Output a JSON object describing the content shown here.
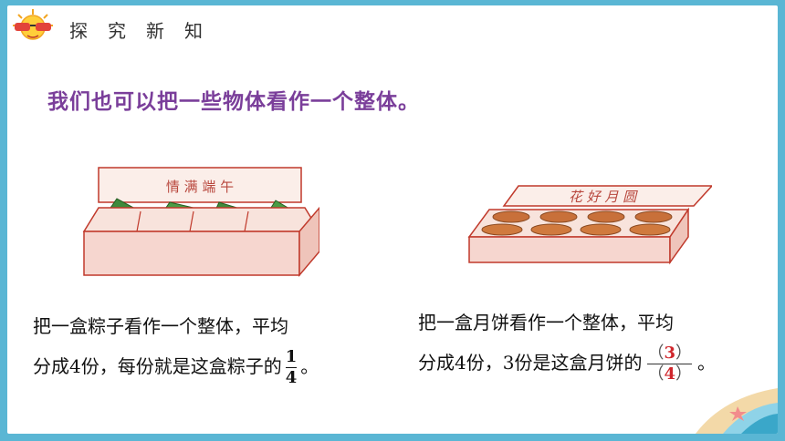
{
  "header": {
    "section_title": "探究新知"
  },
  "intro_text": "我们也可以把一些物体看作一个整体。",
  "box_left": {
    "lid_text": "情 满 端 午"
  },
  "box_right": {
    "lid_text": "花 好 月 圆"
  },
  "caption_left": {
    "line1": "把一盒粽子看作一个整体，平均",
    "line2_before": "分成4份，每份就是这盒粽子的",
    "frac_num": "1",
    "frac_den": "4",
    "line2_after": "。"
  },
  "caption_right": {
    "line1": "把一盒月饼看作一个整体，平均",
    "line2_before": "分成4份，3份是这盒月饼的",
    "frac_num": "3",
    "frac_den": "4",
    "paren_open": "（",
    "paren_close": "）",
    "line2_after": "。"
  },
  "colors": {
    "title_purple": "#7a3e9a",
    "answer_red": "#d0272d",
    "box_pink": "#f6d6cf",
    "box_outline": "#c0392b"
  }
}
